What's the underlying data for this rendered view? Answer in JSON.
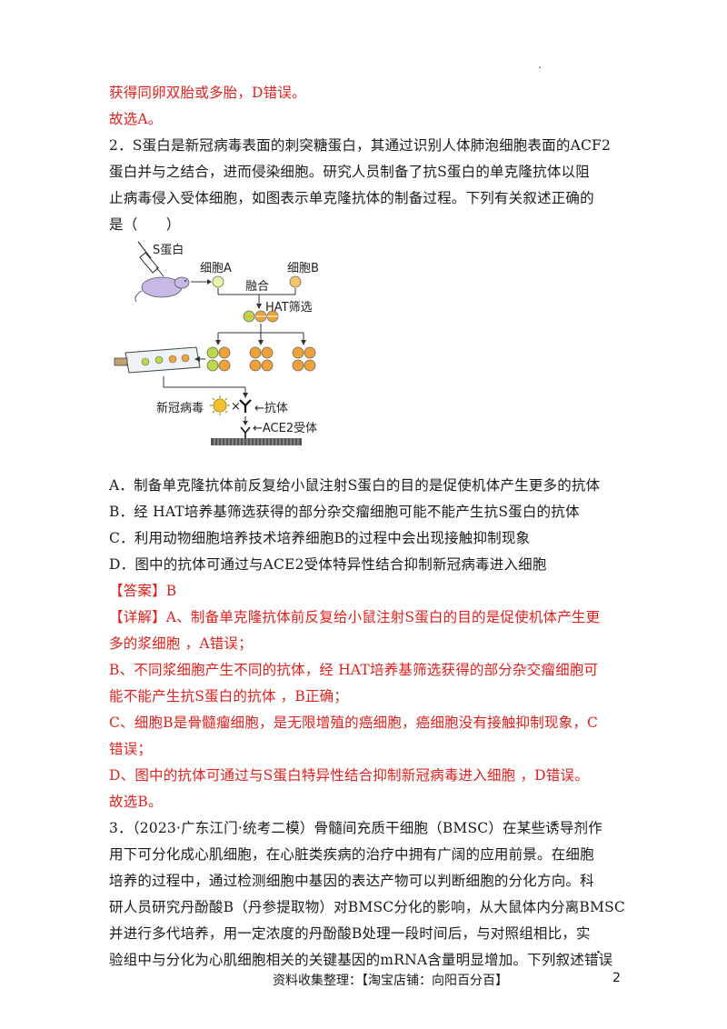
{
  "text": {
    "l1": "获得同卵双胎或多胎，D错误。",
    "l2": "故选A。",
    "q2_l1": "2．S蛋白是新冠病毒表面的刺突糖蛋白，其通过识别人体肺泡细胞表面的ACF2",
    "q2_l2": "蛋白并与之结合，进而侵染细胞。研究人员制备了抗S蛋白的单克隆抗体以阻",
    "q2_l3": "止病毒侵入受体细胞，如图表示单克隆抗体的制备过程。下列有关叙述正确的",
    "q2_l4": "是（　　）",
    "opt_a": "A．制备单克隆抗体前反复给小鼠注射S蛋白的目的是促使机体产生更多的抗体",
    "opt_b": "B．经 HAT培养基筛选获得的部分杂交瘤细胞可能不能产生抗S蛋白的抗体",
    "opt_c": "C．利用动物细胞培养技术培养细胞B的过程中会出现接触抑制现象",
    "opt_d": "D．图中的抗体可通过与ACE2受体特异性结合抑制新冠病毒进入细胞",
    "answer": "【答案】B",
    "exp1": "【详解】A、制备单克隆抗体前反复给小鼠注射S蛋白的目的是促使机体产生更",
    "exp2": "多的浆细胞 ，A错误；",
    "exp3": "B、不同浆细胞产生不同的抗体，经 HAT培养基筛选获得的部分杂交瘤细胞可",
    "exp4": "能不能产生抗S蛋白的抗体 ，B正确；",
    "exp5": "C、细胞B是骨髓瘤细胞，是无限增殖的癌细胞，癌细胞没有接触抑制现象，C",
    "exp6": "错误；",
    "exp7": "D、图中的抗体可通过与S蛋白特异性结合抑制新冠病毒进入细胞 ，D错误。",
    "exp8": "故选B。",
    "q3_l1": "3．（2023·广东江门·统考二模）骨髓间充质干细胞（BMSC）在某些诱导剂作",
    "q3_l2": "用下可分化成心肌细胞，在心脏类疾病的治疗中拥有广阔的应用前景。在细胞",
    "q3_l3": "培养的过程中，通过检测细胞中基因的表达产物可以判断细胞的分化方向。科",
    "q3_l4": "研人员研究丹酚酸B（丹参提取物）对BMSC分化的影响，从大鼠体内分离BMSC",
    "q3_l5": "并进行多代培养，用一定浓度的丹酚酸B处理一段时间后，与对照组相比，实",
    "q3_l6a": "验组中与分化为心肌细胞相关的关键基因的mRNA含量明显增加。下列叙述",
    "q3_l6b": "错误"
  },
  "figure": {
    "s_protein": "S蛋白",
    "cell_a": "细胞A",
    "cell_b": "细胞B",
    "fusion": "融合",
    "hat": "HAT筛选",
    "virus": "新冠病毒",
    "times": "×",
    "antibody": "←抗体",
    "receptor": "←ACE2受体"
  },
  "footer": {
    "center": "资料收集整理：【淘宝店铺：向阳百分百】",
    "page_number": "2"
  },
  "colors": {
    "red": "#e0201c",
    "cell_green": "#b9d84a",
    "cell_orange": "#f0a23a",
    "mouse": "#c9b8e6"
  }
}
